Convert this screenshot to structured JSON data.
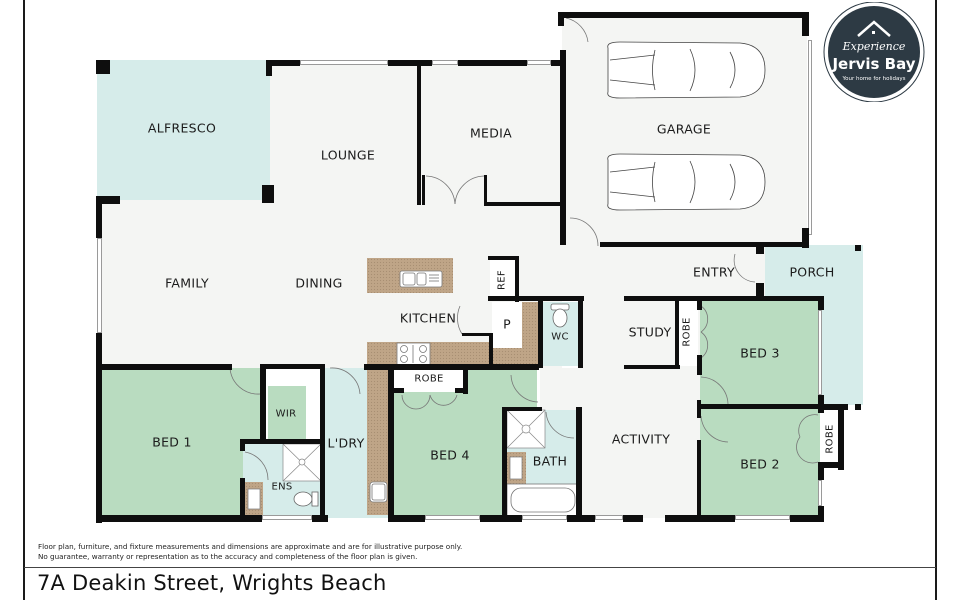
{
  "logo": {
    "script_text": "Experience",
    "brand_text": "Jervis Bay",
    "tagline": "Your home for holidays",
    "bg_color": "#2d3a44"
  },
  "rooms": {
    "alfresco": "ALFRESCO",
    "lounge": "LOUNGE",
    "media": "MEDIA",
    "garage": "GARAGE",
    "family": "FAMILY",
    "dining": "DINING",
    "kitchen": "KITCHEN",
    "ref": "REF",
    "pantry": "P",
    "wc": "WC",
    "entry": "ENTRY",
    "porch": "PORCH",
    "study": "STUDY",
    "robe_study": "ROBE",
    "bed3": "BED 3",
    "bed1": "BED 1",
    "wir": "WIR",
    "ens": "ENS",
    "laundry": "L'DRY",
    "robe_bed4": "ROBE",
    "bed4": "BED 4",
    "bath": "BATH",
    "activity": "ACTIVITY",
    "bed2": "BED 2",
    "robe_bed2": "ROBE"
  },
  "colors": {
    "living": "#f4f5f3",
    "bedroom": "#b9dcc0",
    "wet": "#d6ecea",
    "outdoor": "#d6ecea",
    "wall": "#0e0e0e",
    "benchtop": "#bfa587"
  },
  "footer": {
    "disclaimer_line1": "Floor plan, furniture, and  fixture measurements and dimensions are approximate and are for illustrative purpose only.",
    "disclaimer_line2": "No guarantee, warranty or representation as to the accuracy and completeness of the floor plan is given.",
    "address": "7A Deakin Street, Wrights Beach"
  }
}
